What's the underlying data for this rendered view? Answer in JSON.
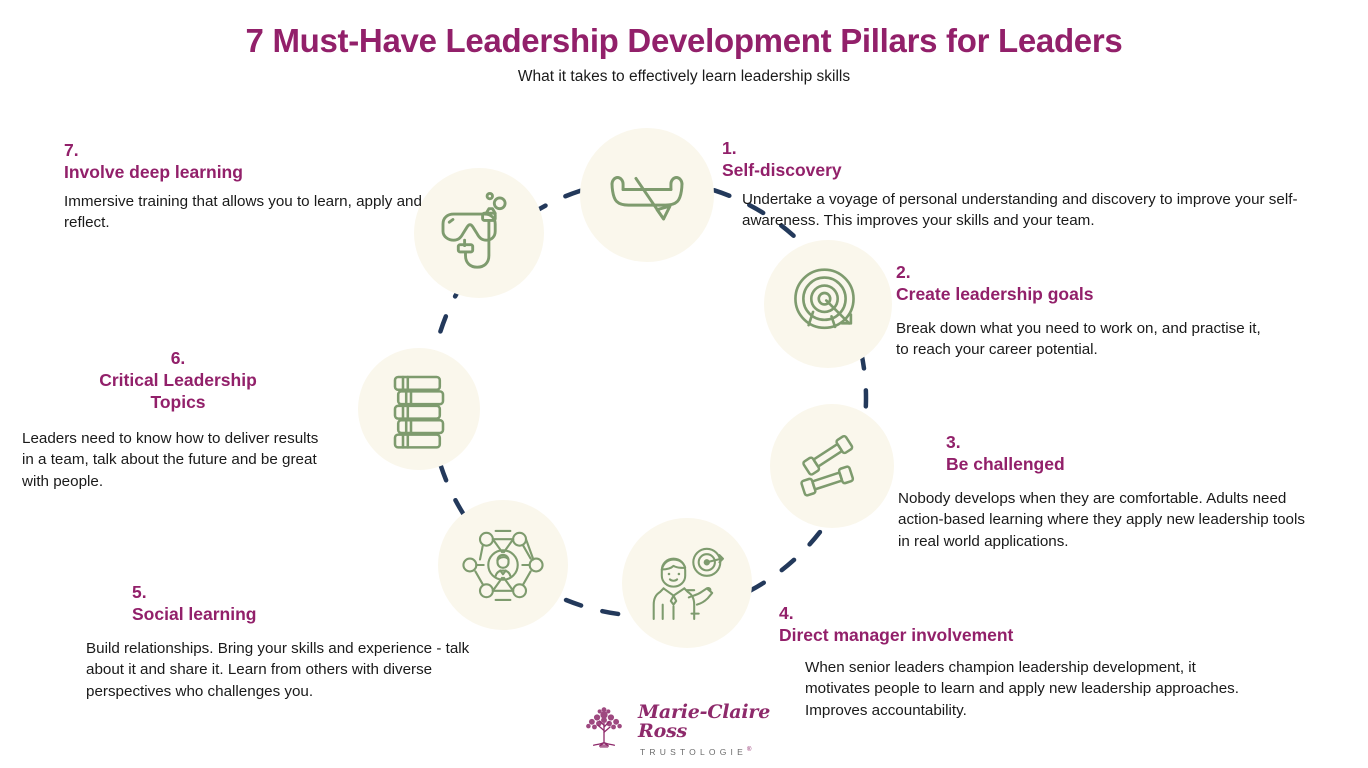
{
  "header": {
    "title": "7 Must-Have Leadership Development Pillars for Leaders",
    "subtitle": "What it takes to effectively learn leadership skills"
  },
  "colors": {
    "accent_purple": "#92206A",
    "body_text": "#1a1a1a",
    "icon_green": "#7E9B6E",
    "circle_fill": "#FAF7EC",
    "dashed_line": "#23395B",
    "logo_purple": "#8E2A6B"
  },
  "pillars": [
    {
      "number": "1.",
      "heading": "Self-discovery",
      "body": "Undertake a voyage of personal understanding and discovery to improve your self-awareness. This improves your skills and your team.",
      "icon": "canoe-paddle-icon"
    },
    {
      "number": "2.",
      "heading": "Create leadership goals",
      "body": "Break down what you need to work on, and practise it, to reach your career potential.",
      "icon": "target-arrow-icon"
    },
    {
      "number": "3.",
      "heading": "Be challenged",
      "body": "Nobody develops when they are comfortable. Adults need action-based learning where they apply new leadership tools in real world applications.",
      "icon": "dumbbells-icon"
    },
    {
      "number": "4.",
      "heading": "Direct manager involvement",
      "body": "When senior leaders champion leadership development, it motivates people to learn and apply new leadership approaches. Improves accountability.",
      "icon": "manager-target-icon"
    },
    {
      "number": "5.",
      "heading": "Social learning",
      "body": "Build relationships. Bring your skills and experience - talk about it and share it. Learn from others with diverse perspectives who challenges you.",
      "icon": "network-person-icon"
    },
    {
      "number": "6.",
      "heading": "Critical Leadership\nTopics",
      "body": "Leaders need to know how to deliver results in a team, talk about the future and be great with people.",
      "icon": "book-stack-icon"
    },
    {
      "number": "7.",
      "heading": "Involve deep learning",
      "body": "Immersive training that allows you to learn, apply and reflect.",
      "icon": "snorkel-mask-icon"
    }
  ],
  "logo": {
    "name": "Marie-Claire Ross",
    "tagline": "TRUSTOLOGIE",
    "registered_mark": "®",
    "mark_icon": "tree-icon"
  }
}
